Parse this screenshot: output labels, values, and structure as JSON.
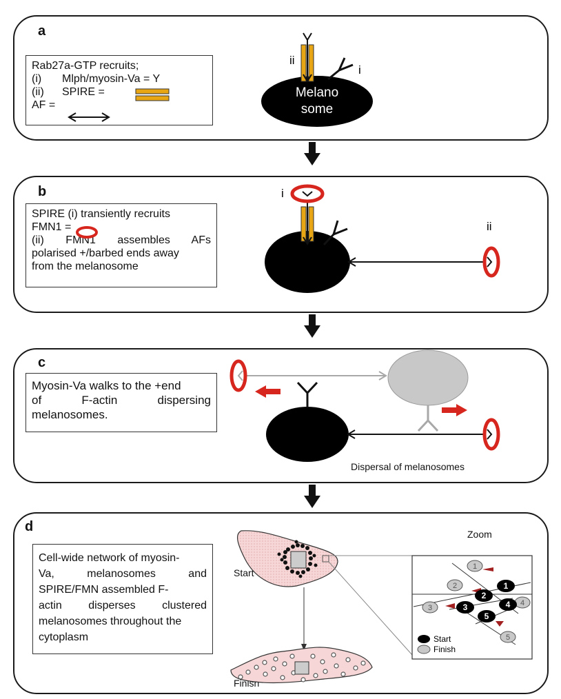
{
  "panels": {
    "a": {
      "label": "a",
      "legend": {
        "line1": "Rab27a-GTP recruits;",
        "line2_num": "(i)",
        "line2_text": "Mlph/myosin-Va = Y",
        "line3_num": "(ii)",
        "line3_text": "SPIRE =",
        "line4_text": "AF ="
      },
      "marker_i": "i",
      "marker_ii": "ii",
      "melanosome_line1": "Melano",
      "melanosome_line2": "some"
    },
    "b": {
      "label": "b",
      "text_line1": "SPIRE (i) transiently recruits",
      "text_line2": "FMN1 =",
      "text_line3": "(ii) FMN1 assembles AFs",
      "text_line4": "polarised +/barbed ends away",
      "text_line5": "from the melanosome",
      "marker_i": "i",
      "marker_ii": "ii"
    },
    "c": {
      "label": "c",
      "text_line1": "Myosin-Va walks to the +end",
      "text_line2": "of F-actin dispersing",
      "text_line3": "melanosomes.",
      "caption": "Dispersal of melanosomes"
    },
    "d": {
      "label": "d",
      "text_line1": "Cell-wide network of myosin-",
      "text_line2": "Va, melanosomes and",
      "text_line3": "SPIRE/FMN assembled F-",
      "text_line4": "actin disperses clustered",
      "text_line5": "melanosomes throughout the",
      "text_line6": "cytoplasm",
      "start_label": "Start",
      "finish_label": "Finish",
      "zoom_label": "Zoom",
      "legend_start": "Start",
      "legend_finish": "Finish",
      "start_numbers": [
        "1",
        "2",
        "3",
        "4",
        "5"
      ],
      "finish_numbers": [
        "1",
        "2",
        "3",
        "4",
        "5"
      ]
    }
  },
  "colors": {
    "spire": "#e8a614",
    "fmn1": "#d6261d",
    "melanosome": "#000000",
    "finish_melanosome": "#c8c8c8",
    "cell_fill": "#f6d6d6"
  }
}
